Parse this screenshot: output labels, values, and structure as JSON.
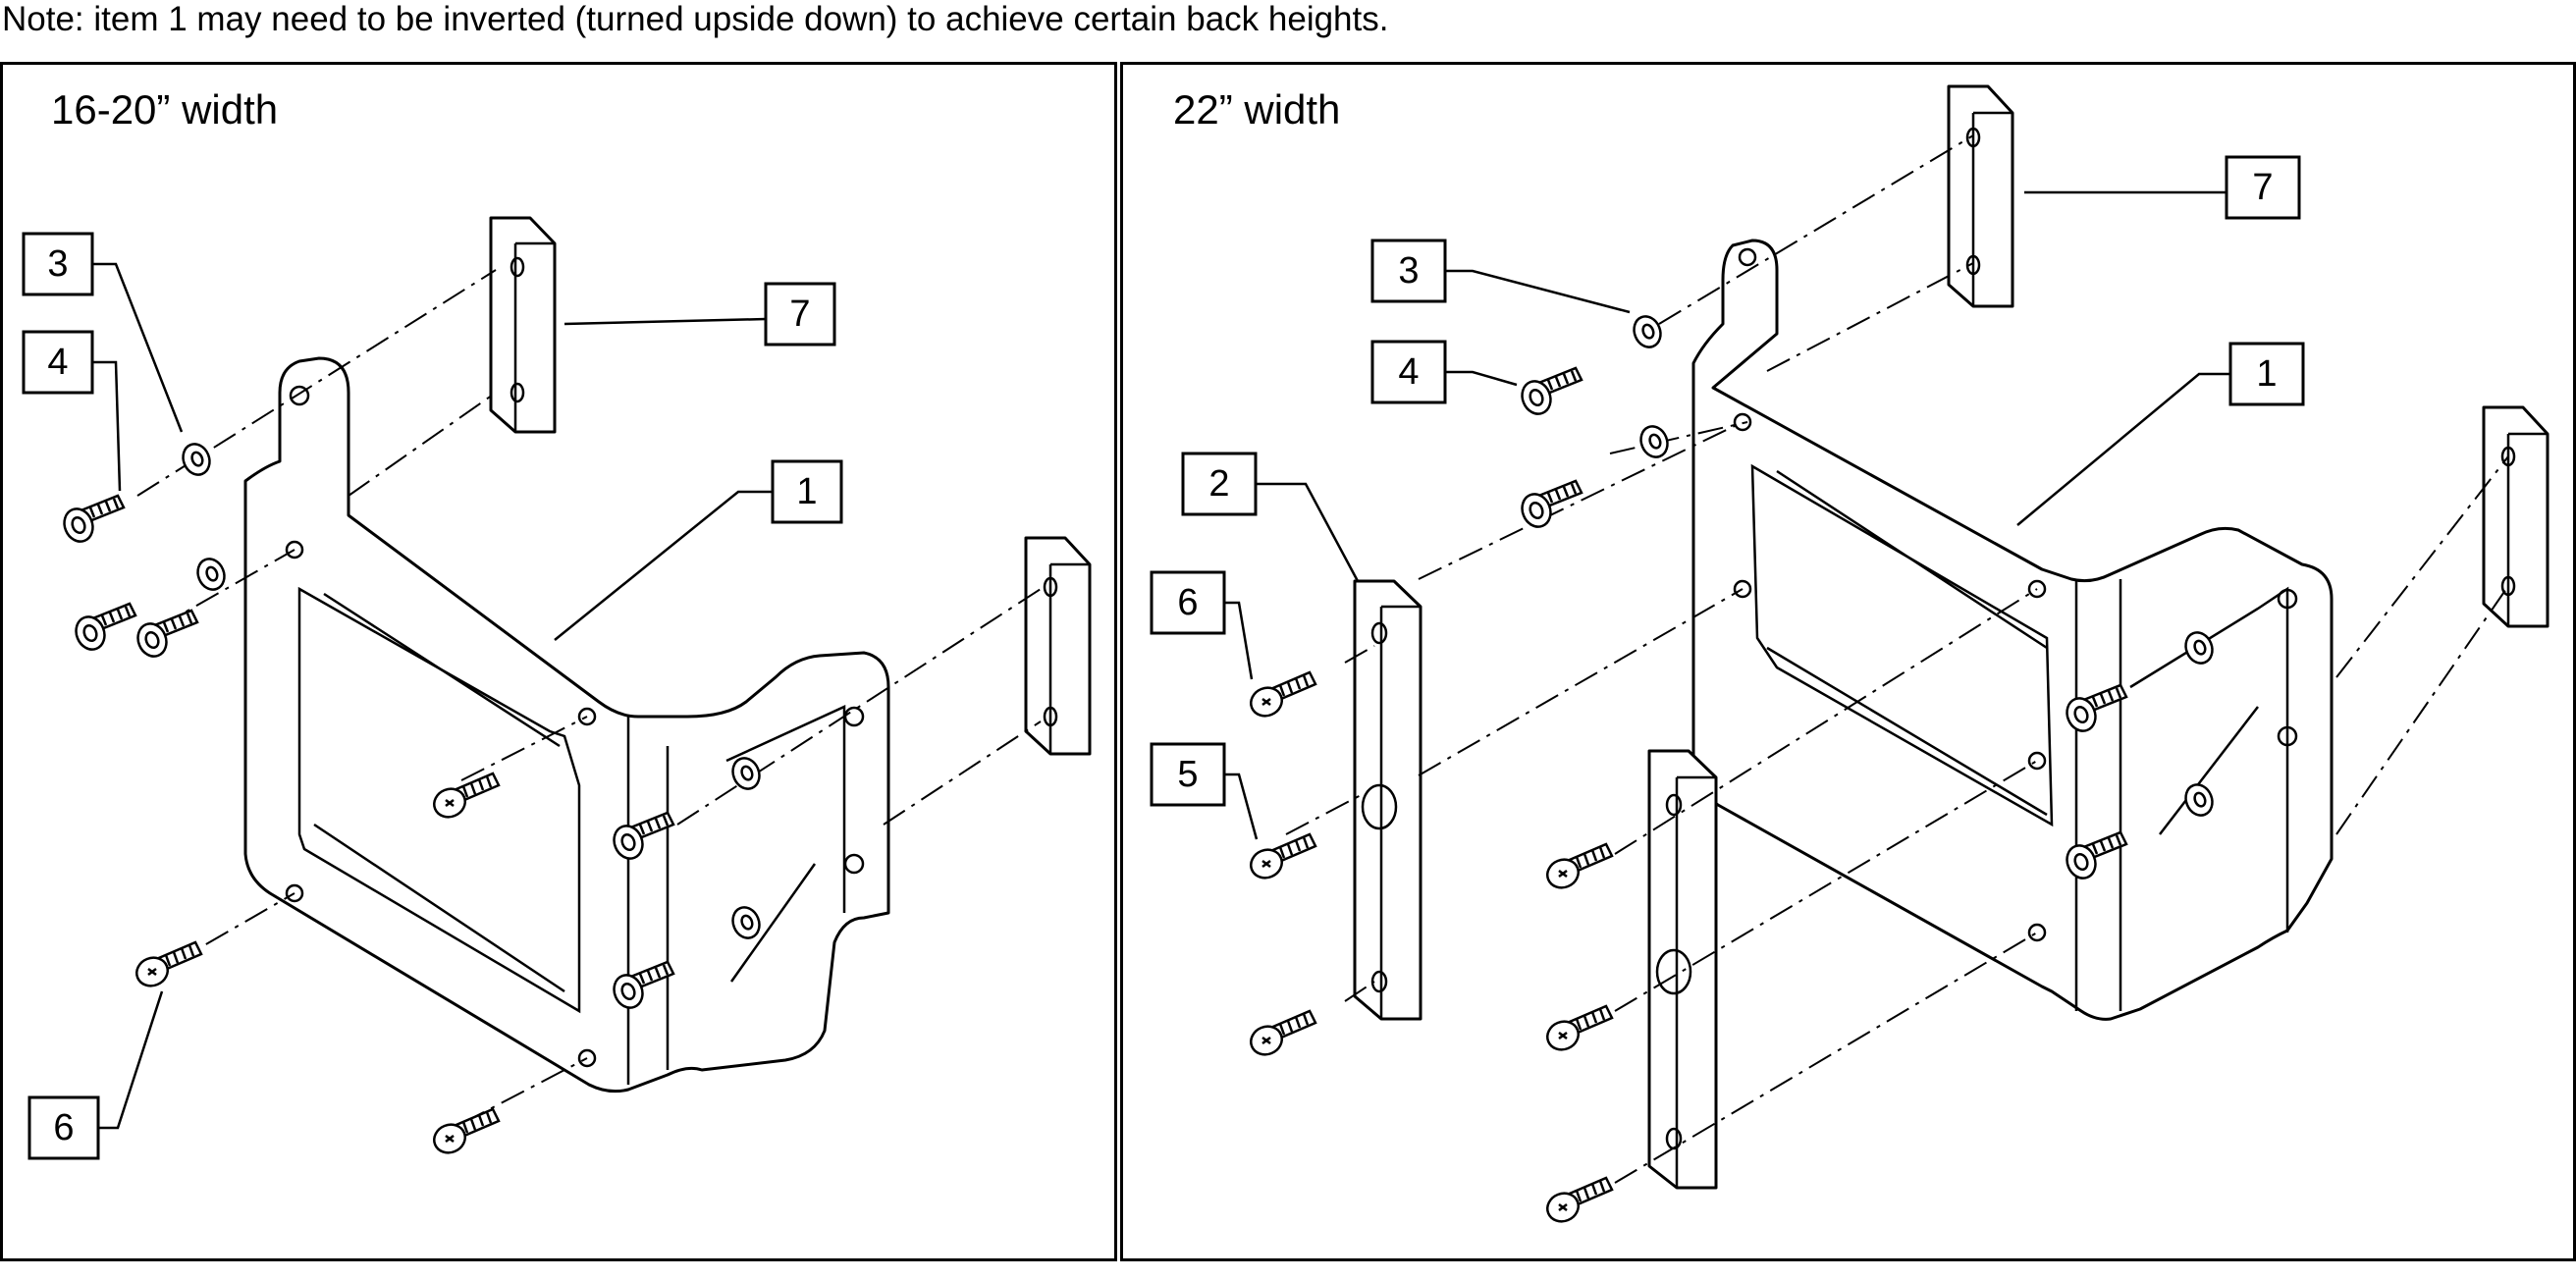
{
  "note": "Note: item 1 may need to be inverted (turned upside down) to achieve certain back heights.",
  "panels": [
    {
      "title": "16-20” width",
      "callouts": [
        "3",
        "4",
        "7",
        "1",
        "6"
      ]
    },
    {
      "title": "22” width",
      "callouts": [
        "3",
        "4",
        "7",
        "2",
        "1",
        "6",
        "5"
      ]
    }
  ]
}
